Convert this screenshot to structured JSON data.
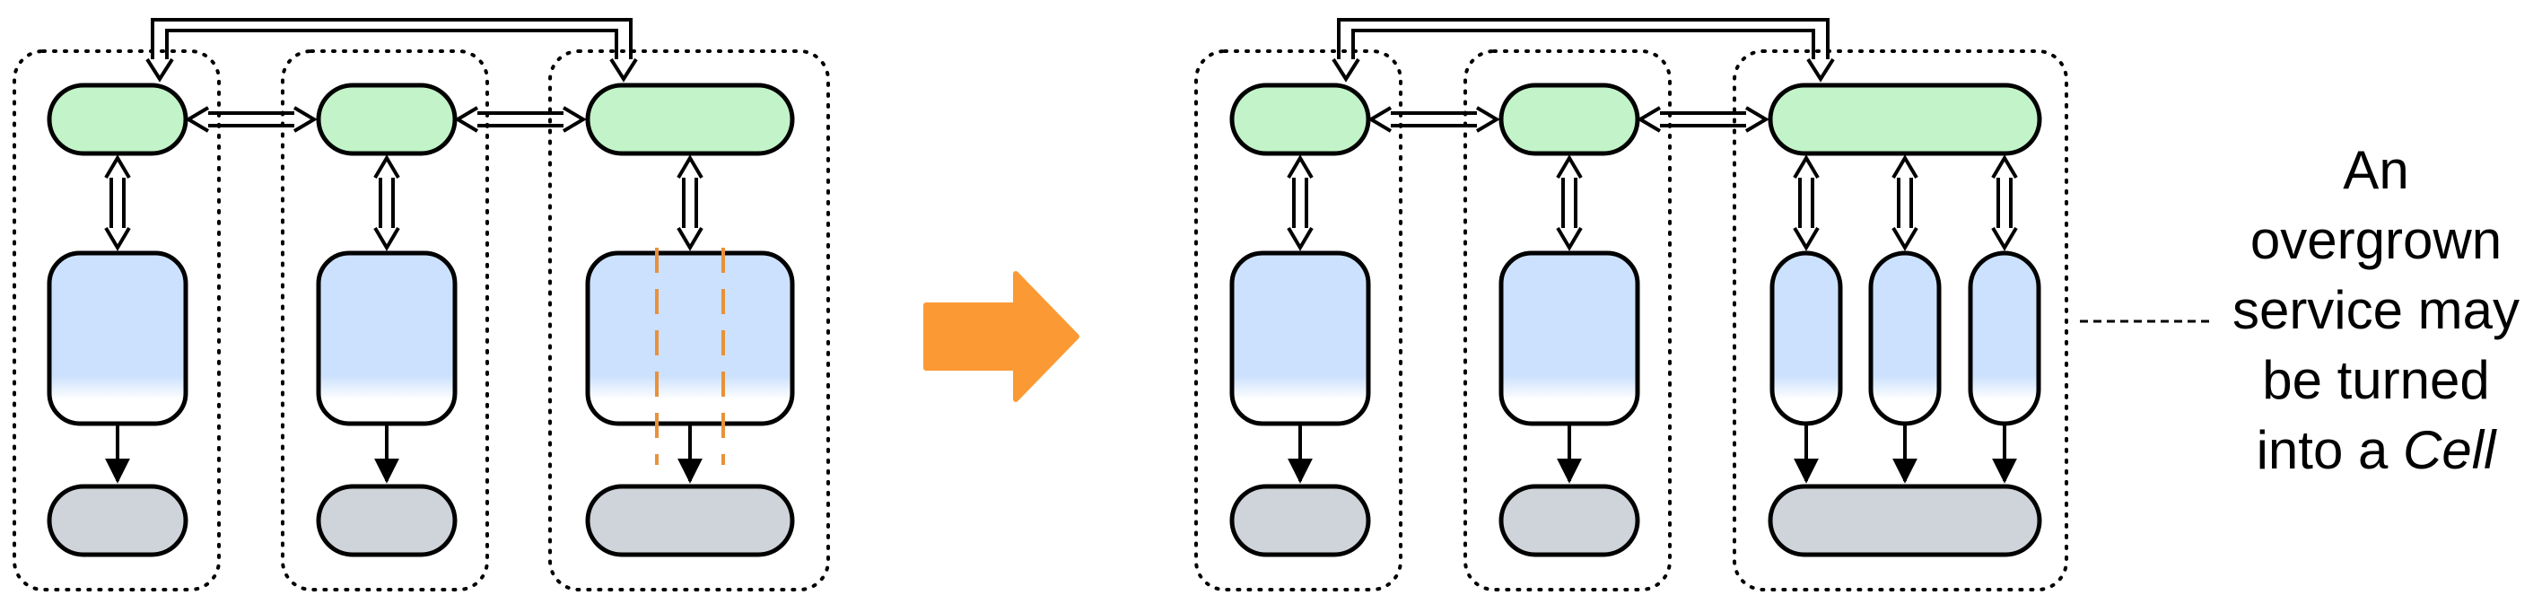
{
  "caption": {
    "lines": [
      "An",
      "overgrown",
      "service may",
      "be turned"
    ],
    "last_line_prefix": "into a ",
    "last_line_emphasis": "Cell"
  },
  "colors": {
    "frontend_fill": "#c3f3c8",
    "service_fill_top": "#cce1fd",
    "service_fill_bottom": "#ffffff",
    "storage_fill": "#cfd3da",
    "arrow_big": "#fb9a35",
    "split_dash": "#e8913a",
    "stroke": "#000000"
  },
  "icons": {
    "transition": "right-arrow-icon"
  }
}
